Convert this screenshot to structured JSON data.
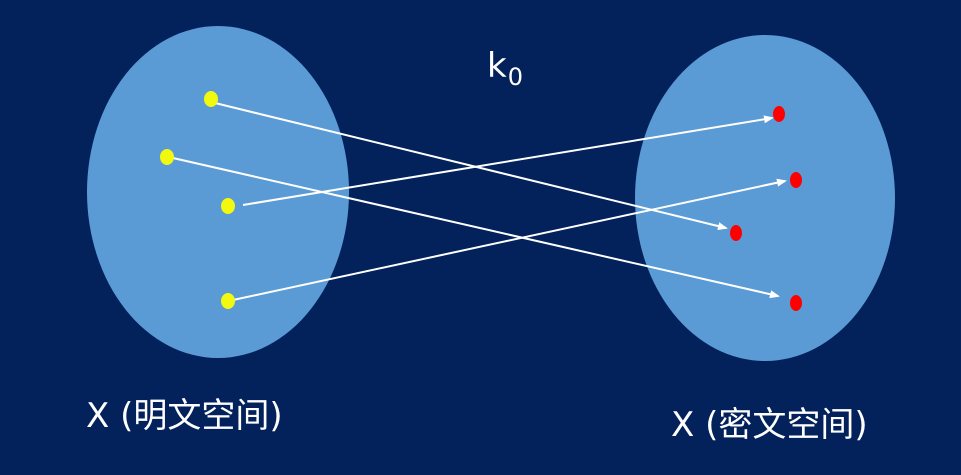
{
  "diagram": {
    "key": {
      "base": "k",
      "subscript": "0"
    },
    "plaintext_space": {
      "label": "X (明文空间)"
    },
    "ciphertext_space": {
      "label": "X (密文空间)"
    },
    "colors": {
      "background": "#03215a",
      "ellipse_fill": "#5b9bd5",
      "plaintext_point": "#f3f80f",
      "ciphertext_point": "#ff0000",
      "arrow": "#ffffff",
      "text": "#ffffff"
    },
    "mapping": [
      {
        "from": "plaintext-point-1",
        "to": "ciphertext-point-3"
      },
      {
        "from": "plaintext-point-2",
        "to": "ciphertext-point-4"
      },
      {
        "from": "plaintext-point-3",
        "to": "ciphertext-point-1"
      },
      {
        "from": "plaintext-point-4",
        "to": "ciphertext-point-2"
      }
    ]
  }
}
